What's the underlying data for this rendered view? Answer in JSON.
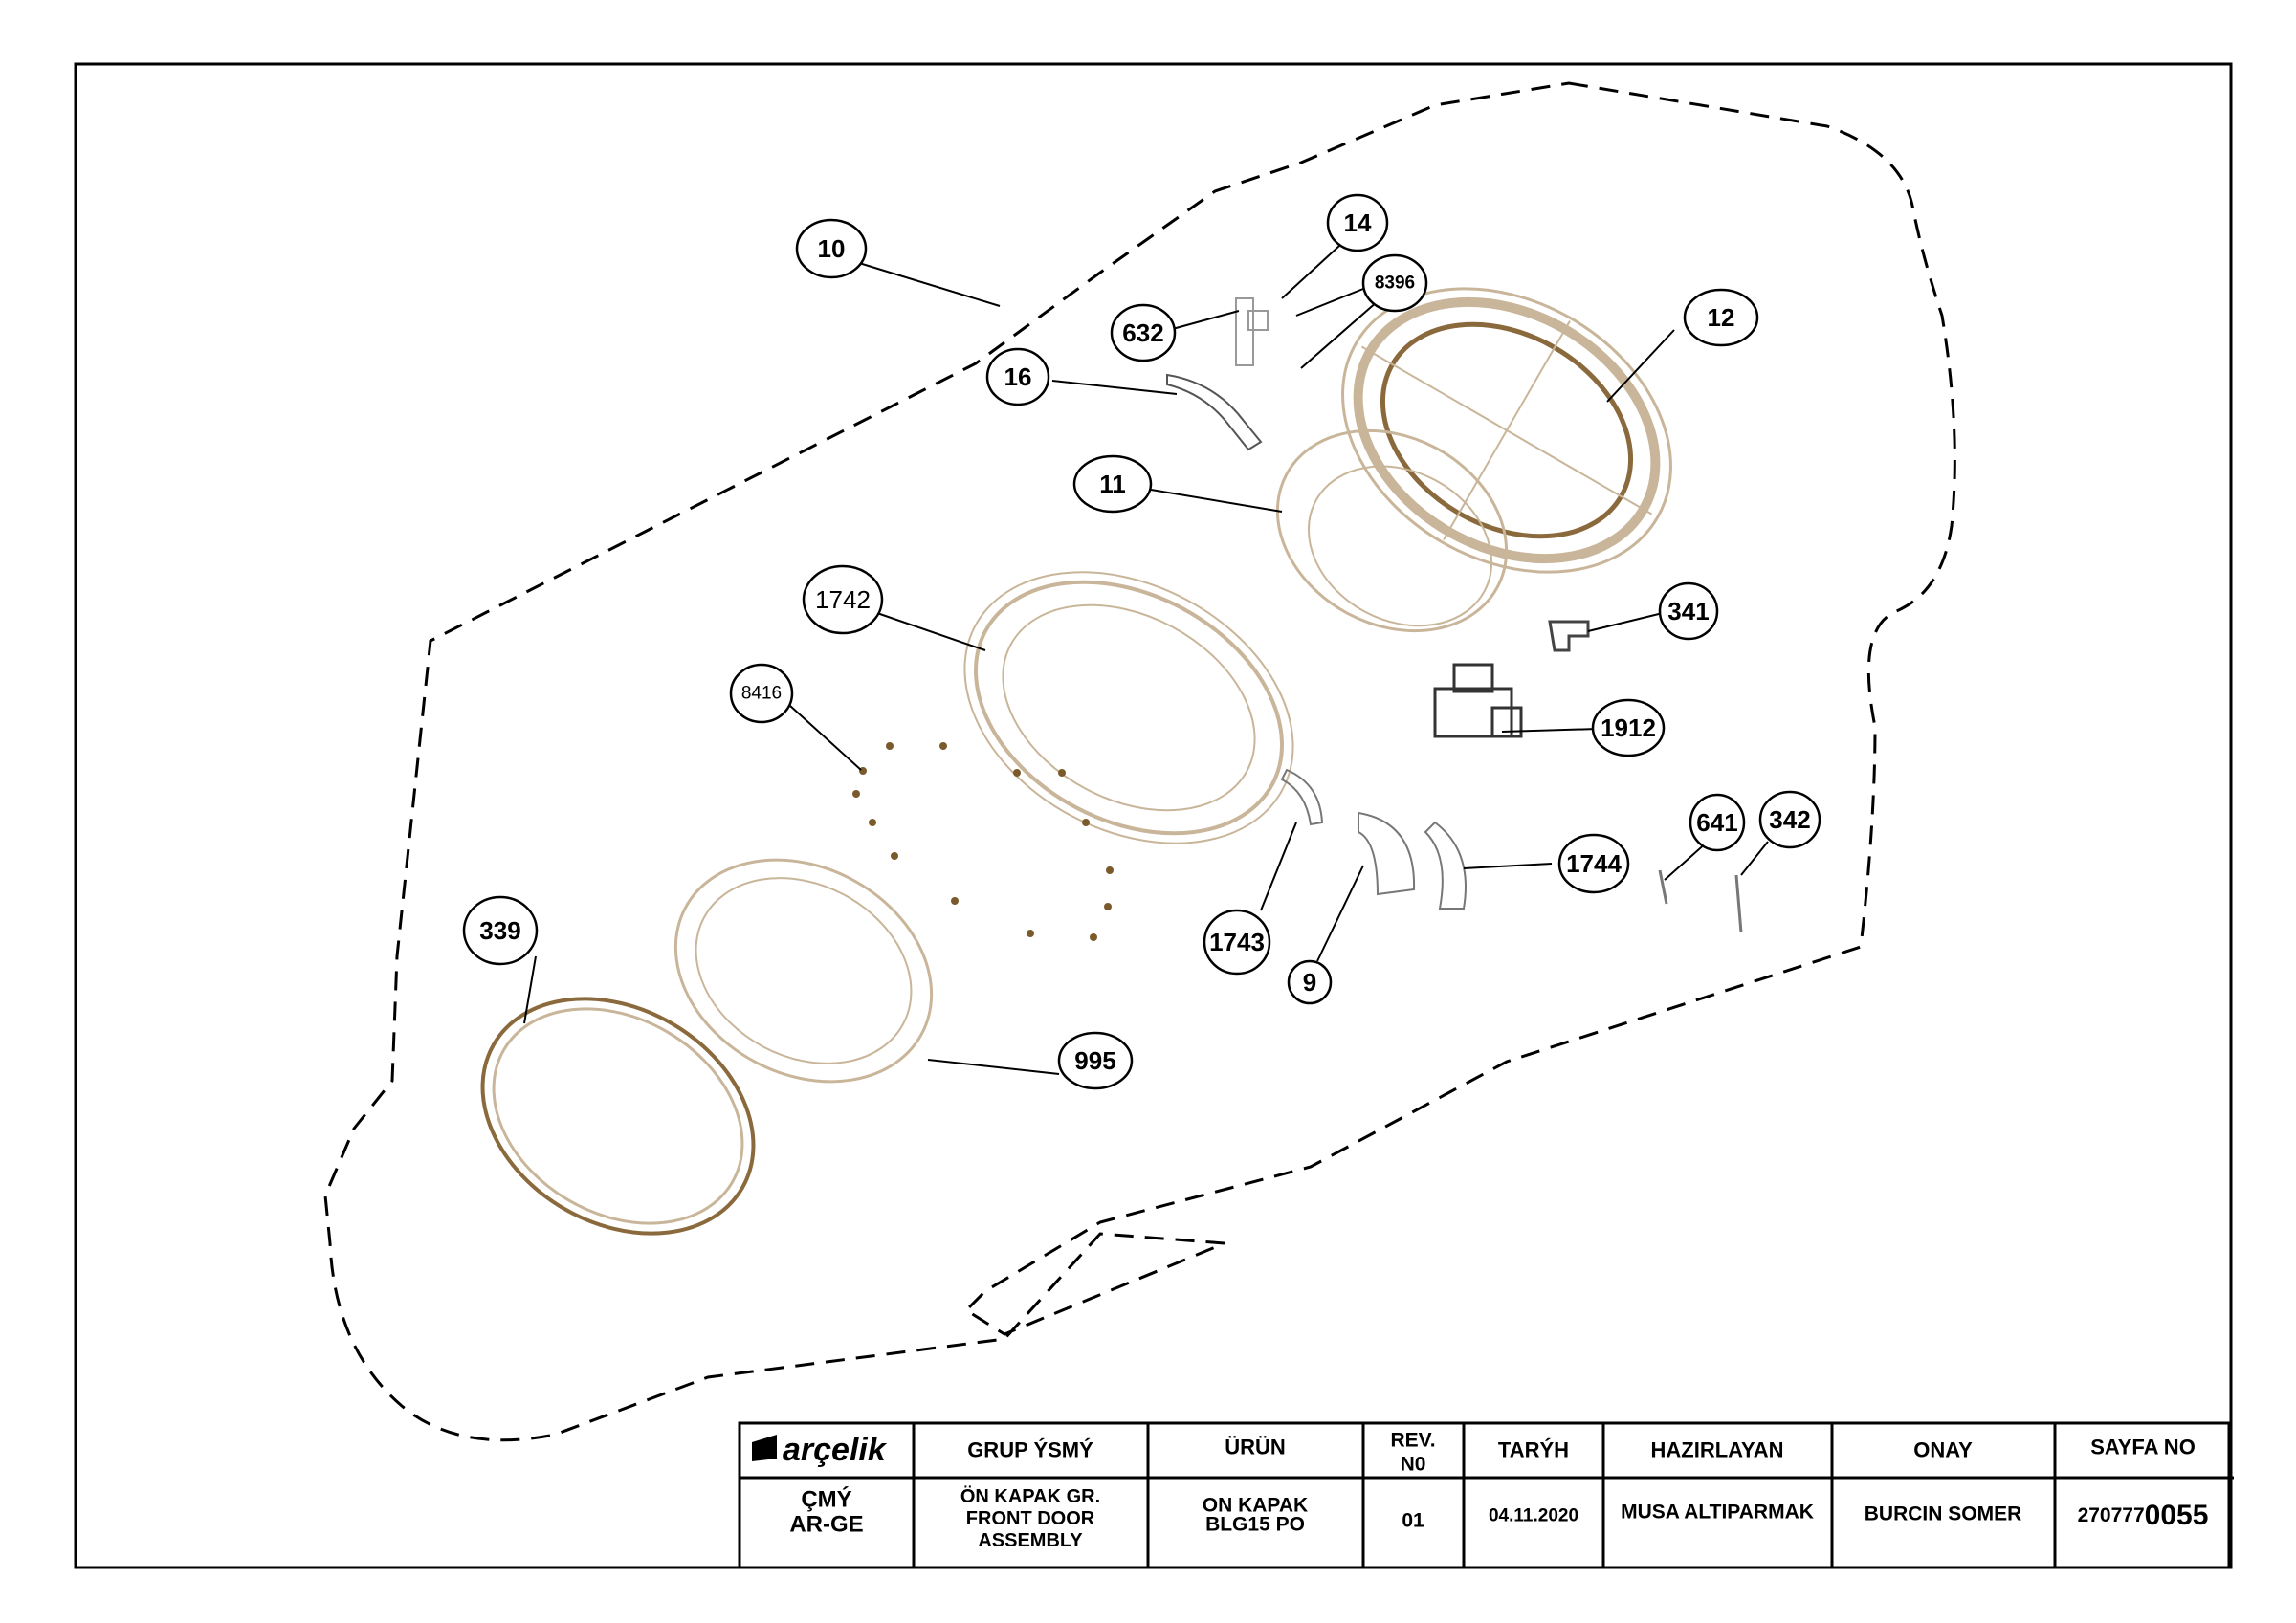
{
  "callouts": [
    {
      "id": "10",
      "label": "10"
    },
    {
      "id": "14",
      "label": "14"
    },
    {
      "id": "8396",
      "label": "8396"
    },
    {
      "id": "632",
      "label": "632"
    },
    {
      "id": "12",
      "label": "12"
    },
    {
      "id": "16",
      "label": "16"
    },
    {
      "id": "11",
      "label": "11"
    },
    {
      "id": "1742",
      "label": "1742"
    },
    {
      "id": "341",
      "label": "341"
    },
    {
      "id": "8416",
      "label": "8416"
    },
    {
      "id": "1912",
      "label": "1912"
    },
    {
      "id": "641",
      "label": "641"
    },
    {
      "id": "342",
      "label": "342"
    },
    {
      "id": "1744",
      "label": "1744"
    },
    {
      "id": "339",
      "label": "339"
    },
    {
      "id": "1743",
      "label": "1743"
    },
    {
      "id": "9",
      "label": "9"
    },
    {
      "id": "995",
      "label": "995"
    }
  ],
  "title_block": {
    "logo": "arçelik",
    "headers": {
      "group_name": "GRUP ÝSMÝ",
      "product": "ÜRÜN",
      "rev_line1": "REV.",
      "rev_line2": "N0",
      "date": "TARÝH",
      "prepared_by": "HAZIRLAYAN",
      "approval": "ONAY",
      "page_no": "SAYFA NO"
    },
    "values": {
      "dept_line1": "ÇMÝ",
      "dept_line2": "AR-GE",
      "group_line1": "ÖN KAPAK GR.",
      "group_line2": "FRONT DOOR",
      "group_line3": "ASSEMBLY",
      "product_line1": "ON KAPAK",
      "product_line2": "BLG15 PO",
      "rev": "01",
      "date": "04.11.2020",
      "prepared_by": "MUSA ALTIPARMAK",
      "approval": "BURCIN SOMER",
      "page_prefix": "270777",
      "page_suffix": "0055"
    }
  },
  "colors": {
    "line": "#000000",
    "part_outline": "#c9b69a",
    "part_dark": "#8a6a3c",
    "screw": "#7a5a2a"
  }
}
